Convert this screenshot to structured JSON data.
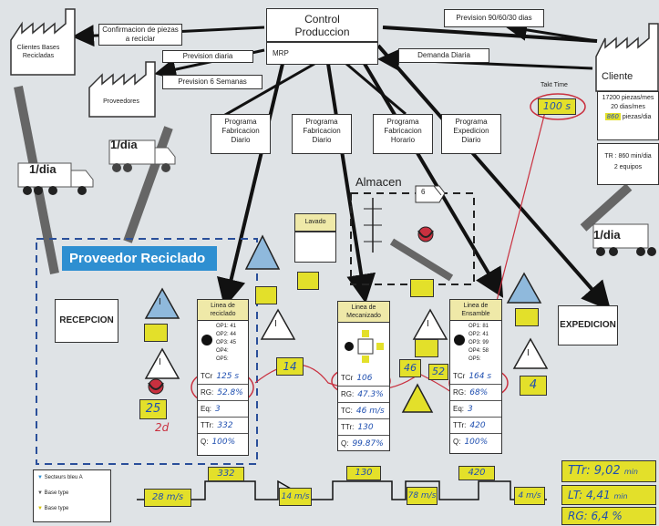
{
  "control": {
    "title_line1": "Control",
    "title_line2": "Produccion",
    "mrp": "MRP"
  },
  "prevision": {
    "top": "Prevision 90/60/30 dias",
    "left1": "Prevision diaria",
    "left2": "Prevision 6 Semanas"
  },
  "demanda": "Demanda Diaria",
  "confirmacion": "Confirmacion de piezas a reciclar",
  "clientes_bases": "Clientes Bases Recicladas",
  "proveedores": "Proveedores",
  "cliente": {
    "title": "Cliente",
    "line1": "17200 piezas/mes",
    "line2": "20 dias/mes",
    "line3_hand": "860",
    "line3": "piezas/dia",
    "tr": "TR : 860 min/dia",
    "equipos": "2 equipos"
  },
  "takt": {
    "label": "Takt Time",
    "value": "100 s"
  },
  "programas": [
    {
      "l1": "Programa",
      "l2": "Fabricacion",
      "l3": "Diario"
    },
    {
      "l1": "Programa",
      "l2": "Fabricacion",
      "l3": "Diario"
    },
    {
      "l1": "Programa",
      "l2": "Fabricacion",
      "l3": "Horario"
    },
    {
      "l1": "Programa",
      "l2": "Expedicion",
      "l3": "Diario"
    }
  ],
  "transport": {
    "left": "1/dia",
    "mid": "1/dia",
    "right": "1/dia"
  },
  "almacen": "Almacen",
  "almacen_count": "6",
  "lavado": "Lavado",
  "proveedor_reciclado": "Proveedor Reciclado",
  "recepcion": "RECEPCION",
  "expedicion": "EXPEDICION",
  "inventory": {
    "i": "I"
  },
  "recepcion_stock": "25",
  "recepcion_stock_sub": "2d",
  "linea_reciclado": {
    "title": "Linea de reciclado",
    "ops": [
      "OP1: 41",
      "OP2: 44",
      "OP3: 45",
      "OP4:",
      "OP5:"
    ],
    "tc": "TCr",
    "tc_v": "125 s",
    "rg": "RG:",
    "rg_v": "52.8%",
    "eq": "Eq:",
    "eq_v": "3",
    "ttr": "TTr:",
    "ttr_v": "332",
    "q": "Q:",
    "q_v": "100%"
  },
  "linea_mecanizado": {
    "title": "Linea de Mecanizado",
    "tc": "TCr",
    "tc_v": "106",
    "rg": "RG:",
    "rg_v": "47.3%",
    "tc2": "TC:",
    "tc2_v": "46 m/s",
    "ttr": "TTr:",
    "ttr_v": "130",
    "q": "Q:",
    "q_v": "99.87%"
  },
  "linea_ensamble": {
    "title": "Linea de Ensamble",
    "ops": [
      "OP1: 81",
      "OP2: 41",
      "OP3: 99",
      "OP4: 58",
      "OP5:"
    ],
    "tc": "TCr",
    "tc_v": "164 s",
    "rg": "RG:",
    "rg_v": "68%",
    "eq": "Eq:",
    "eq_v": "3",
    "ttr": "TTr:",
    "ttr_v": "420",
    "q": "Q:",
    "q_v": "100%"
  },
  "stocks": {
    "s14": "14",
    "s46": "46",
    "s52": "52",
    "s4": "4"
  },
  "timeline": {
    "t1": "28 m/s",
    "t2": "332",
    "t3": "14 m/s",
    "t4": "130",
    "t5": "78 m/s",
    "t6": "420",
    "t7": "4 m/s"
  },
  "totals": {
    "ttr": "TTr: 9,02",
    "ttr_unit": "min",
    "lt": "LT: 4,41",
    "lt_unit": "min",
    "rg": "RG: 6,4 %"
  },
  "legend": {
    "a": "Secteurs bleu A",
    "b": "Base type",
    "c": "Base type"
  },
  "colors": {
    "banner": "#2e8fd1",
    "yellow": "#e3e02a",
    "blue_hand": "#2b55b8",
    "red_hand": "#c9303f"
  }
}
